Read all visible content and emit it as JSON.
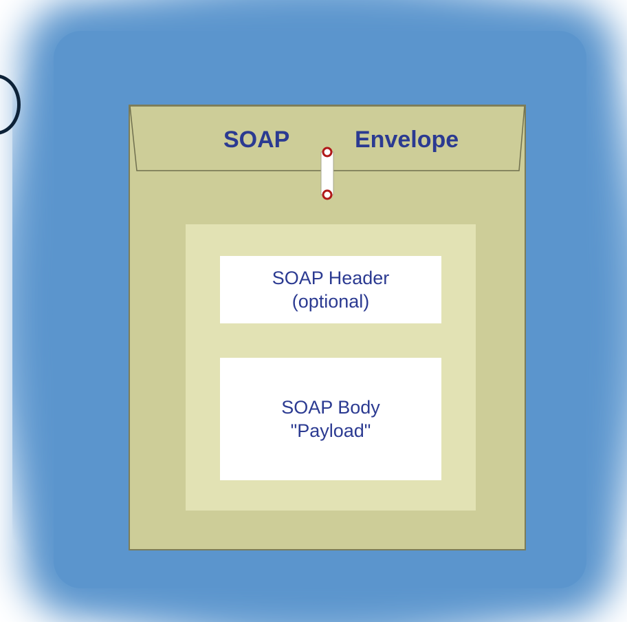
{
  "envelope": {
    "title_left": "SOAP",
    "title_right": "Envelope"
  },
  "header": {
    "line1": "SOAP Header",
    "line2": "(optional)"
  },
  "body": {
    "line1": "SOAP Body",
    "line2": "\"Payload\""
  },
  "colors": {
    "background_blue": "#5b95cd",
    "envelope": "#cdcd98",
    "inner_panel": "#e2e2b4",
    "text": "#2b3a91",
    "clasp": "#b01818"
  }
}
